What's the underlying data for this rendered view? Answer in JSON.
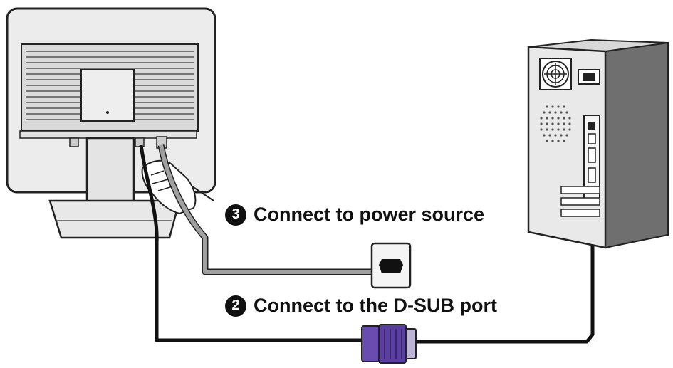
{
  "steps": [
    {
      "number": "3",
      "label": "Connect to power source"
    },
    {
      "number": "2",
      "label": "Connect to the D-SUB port"
    }
  ],
  "icons": {
    "monitor": "monitor-back-icon",
    "computer": "pc-tower-icon",
    "outlet": "power-outlet-icon",
    "connector": "dsub-connector-icon",
    "hand": "hand-icon"
  },
  "colors": {
    "outline": "#222222",
    "panel": "#e6e6e6",
    "power_cable": "#9a9a9a",
    "signal_cable": "#111111",
    "connector": "#5b3fa0"
  }
}
